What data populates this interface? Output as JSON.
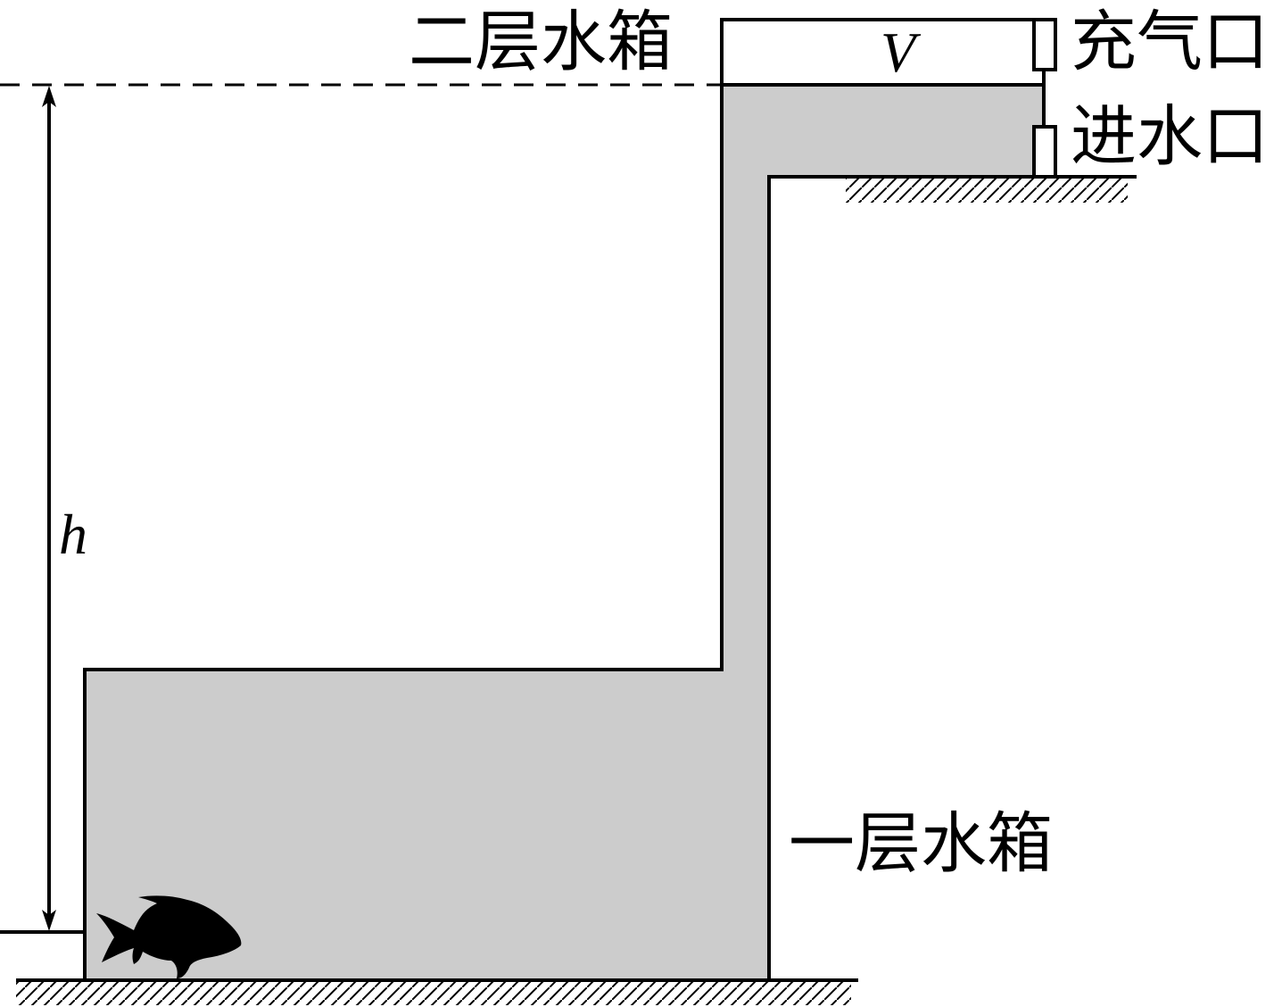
{
  "labels": {
    "upper_tank": "二层水箱",
    "lower_tank": "一层水箱",
    "air_inlet": "充气口",
    "water_inlet": "进水口",
    "gas_volume": "V",
    "height": "h"
  },
  "colors": {
    "water": "#cccccc",
    "line": "#000000",
    "background": "#ffffff"
  },
  "icons": {
    "fish": "fish-icon"
  }
}
